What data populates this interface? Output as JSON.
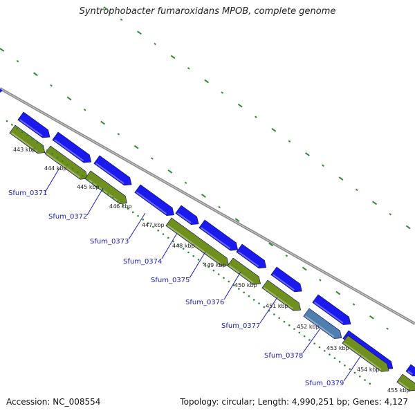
{
  "title": "Syntrophobacter fumaroxidans MPOB, complete genome",
  "footer": {
    "accession": "Accession: NC_008554",
    "topology": "Topology: circular; Length: 4,990,251 bp; Genes: 4,127"
  },
  "colors": {
    "backbone": "#8a8a8a",
    "outer_ring_ticks": "#2f8a2f",
    "scale_dots": "#2f8a2f",
    "gene_forward": "#1a1aee",
    "gene_reverse_green": "#6f8f1f",
    "gene_highlight": "#4f7fae",
    "label": "#1a1ab8"
  },
  "kbp_ticks": [
    "443 kbp",
    "444 kbp",
    "445 kbp",
    "446 kbp",
    "447 kbp",
    "448 kbp",
    "449 kbp",
    "450 kbp",
    "451 kbp",
    "452 kbp",
    "453 kbp",
    "454 kbp",
    "455 kbp"
  ],
  "gene_labels": [
    "Sfum_0371",
    "Sfum_0372",
    "Sfum_0373",
    "Sfum_0374",
    "Sfum_0375",
    "Sfum_0376",
    "Sfum_0377",
    "Sfum_0378",
    "Sfum_0379"
  ]
}
